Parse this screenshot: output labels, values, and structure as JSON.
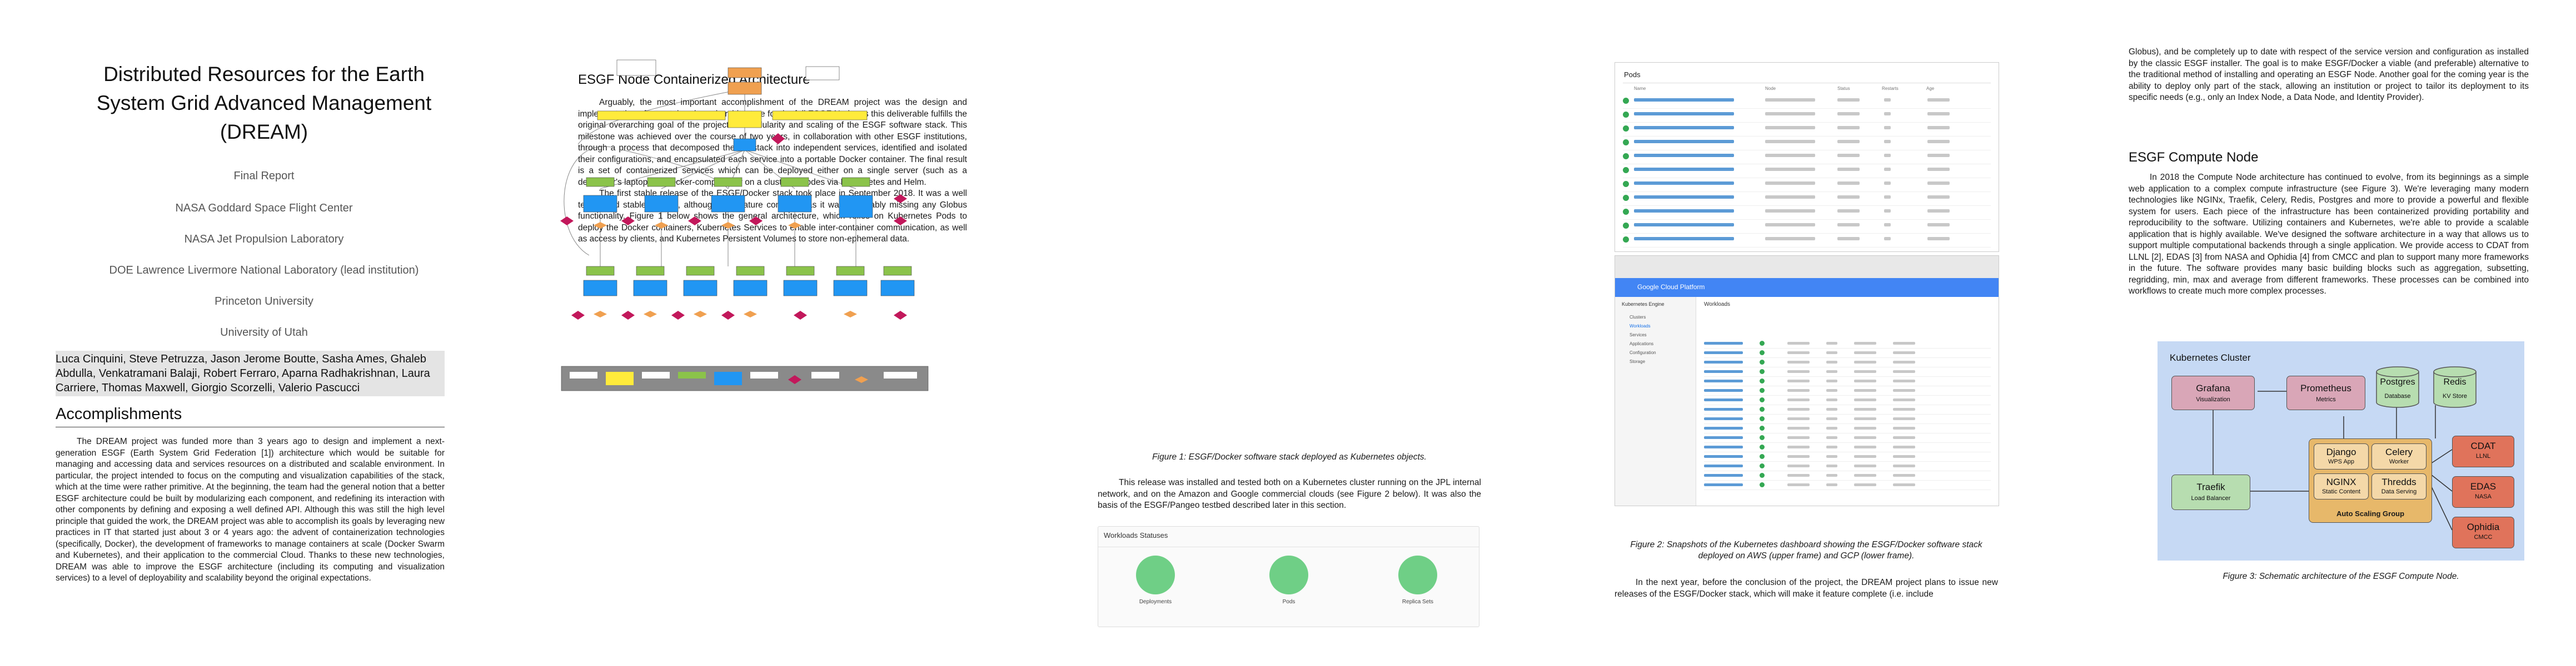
{
  "page1": {
    "title": "Distributed Resources for the Earth System Grid Advanced Management (DREAM)",
    "subtitle": "Final Report",
    "affiliations": [
      "NASA Goddard Space Flight Center",
      "NASA Jet Propulsion Laboratory",
      "DOE Lawrence Livermore National Laboratory (lead institution)",
      "Princeton University",
      "University of Utah"
    ],
    "authors": "Luca Cinquini, Steve Petruzza, Jason Jerome Boutte, Sasha Ames, Ghaleb Abdulla, Venkatramani Balaji, Robert Ferraro, Aparna Radhakrishnan, Laura Carriere, Thomas Maxwell, Giorgio Scorzelli, Valerio Pascucci",
    "section_heading": "Accomplishments",
    "paragraph": "The DREAM project was funded more than 3 years ago to design and implement a next-generation ESGF (Earth System Grid Federation [1]) architecture which would be suitable for managing and accessing data and services resources on a distributed and scalable environment. In particular, the project intended to focus on the computing and visualization capabilities of the stack, which at the time were rather primitive. At the beginning, the team had the general notion that a better ESGF architecture could be built by modularizing each component, and redefining its interaction with other components by defining and exposing a well defined API. Although this was still the high level principle that guided the work, the DREAM project was able to accomplish its goals by leveraging new practices in IT that started just about 3 or 4 years ago: the advent of containerization technologies (specifically, Docker), the development of frameworks to manage containers at scale (Docker Swarm and Kubernetes), and their application to the commercial Cloud. Thanks to these new technologies, DREAM was able to improve the ESGF architecture (including its computing and visualization services) to a level of deployability and scalability beyond the original expectations."
  },
  "page2": {
    "heading": "ESGF Node Containerized Architecture",
    "para1": "Arguably, the most important accomplishment of the DREAM project was the design and implementation of a container-based architecture for the full ESGF Node, as this deliverable fulfills the original overarching goal of the project for modularity and scaling of the ESGF software stack. This milestone was achieved over the course of two years, in collaboration with other ESGF institutions, through a process that decomposed the full stack into independent services, identified and isolated their configurations, and encapsulated each service into a portable Docker container. The final result is a set of containerized services which can be deployed either on a single server (such as a developer's laptop) via docker-compose, or on a cluster of nodes via Kubernetes and Helm.",
    "para2": "The first stable release of the ESGF/Docker stack took place in September 2018. It was a well tested and stable release, although not feature complete, as it was noticeably missing any Globus functionality. Figure 1 below shows the general architecture, which relies on Kubernetes Pods to deploy the Docker containers, Kubernetes Services to enable inter-container communication, as well as access by clients, and Kubernetes Persistent Volumes to store non-ephemeral data.",
    "fig1_caption": "Figure 1: ESGF/Docker software stack deployed as Kubernetes objects.",
    "para3": "This release was installed and tested both on a Kubernetes cluster running on the JPL internal network, and on the Amazon and Google commercial clouds (see Figure 2 below). It was also the basis of the ESGF/Pangeo testbed described later in this section.",
    "workloads_title": "Workloads Statuses",
    "workload_labels": [
      "Deployments",
      "Pods",
      "Replica Sets"
    ]
  },
  "page3": {
    "pods_title": "Pods",
    "pods_columns": [
      "Name",
      "Node",
      "Status",
      "Restarts",
      "Age"
    ],
    "gcp_title": "Google Cloud Platform",
    "gcp_cluster": "Kubernetes Engine",
    "gcp_tab": "Workloads",
    "gcp_nav": [
      "Clusters",
      "Workloads",
      "Services",
      "Applications",
      "Configuration",
      "Storage"
    ],
    "fig2_caption": "Figure 2: Snapshots of the Kubernetes dashboard showing the ESGF/Docker software stack deployed on AWS (upper frame) and GCP (lower frame).",
    "para": "In the next year, before the conclusion of the project, the DREAM project plans to issue new releases of the ESGF/Docker stack, which will make it feature complete (i.e. include"
  },
  "page4": {
    "para1": "Globus), and be completely up to date with respect of the service version and configuration as installed by the classic ESGF installer. The goal is to make ESGF/Docker a viable (and preferable) alternative to the traditional method of installing and operating an ESGF Node. Another goal for the coming year is the ability to deploy only part of the stack, allowing an institution or project to tailor its deployment to its specific needs (e.g., only an Index Node, a Data Node, and Identity Provider).",
    "heading": "ESGF Compute Node",
    "para2": "In 2018 the Compute Node architecture has continued to evolve, from its beginnings as a simple web application to a complex compute infrastructure (see Figure 3). We're leveraging many modern technologies like NGINx, Traefik, Celery, Redis, Postgres and more to provide a powerful and flexible system for users. Each piece of the infrastructure has been containerized providing portability and reproducibility to the software. Utilizing containers and Kubernetes, we're able to provide a scalable application that is highly available. We've designed the software architecture in a way that allows us to support multiple computational backends through a single application. We provide access to CDAT from LLNL [2], EDAS [3] from NASA and Ophidia [4] from CMCC and plan to support many more frameworks in the future. The software provides many basic building blocks such as aggregation, subsetting, regridding, min, max and average from different frameworks. These processes can be combined into workflows to create much more complex processes.",
    "fig3_caption": "Figure 3: Schematic architecture of the ESGF Compute Node.",
    "cluster": {
      "title": "Kubernetes Cluster",
      "grafana": {
        "name": "Grafana",
        "sub": "Visualization"
      },
      "prometheus": {
        "name": "Prometheus",
        "sub": "Metrics"
      },
      "postgres": {
        "name": "Postgres",
        "sub": "Database"
      },
      "redis": {
        "name": "Redis",
        "sub": "KV Store"
      },
      "traefik": {
        "name": "Traefik",
        "sub": "Load Balancer"
      },
      "django": {
        "name": "Django",
        "sub": "WPS App"
      },
      "celery": {
        "name": "Celery",
        "sub": "Worker"
      },
      "nginx": {
        "name": "NGINX",
        "sub": "Static Content"
      },
      "thredds": {
        "name": "Thredds",
        "sub": "Data Serving"
      },
      "asg": "Auto Scaling Group",
      "cdat": {
        "name": "CDAT",
        "sub": "LLNL"
      },
      "edas": {
        "name": "EDAS",
        "sub": "NASA"
      },
      "ophidia": {
        "name": "Ophidia",
        "sub": "CMCC"
      }
    }
  },
  "colors": {
    "green": "#8bc34a",
    "blue": "#2196f3",
    "orange": "#f0a050",
    "magenta": "#c2185b",
    "cluster_bg": "#c6d9f4",
    "pink_box": "#d9a6b7",
    "green_box": "#b7ddb0",
    "salmon": "#e0735b",
    "asg": "#e7b86a"
  }
}
